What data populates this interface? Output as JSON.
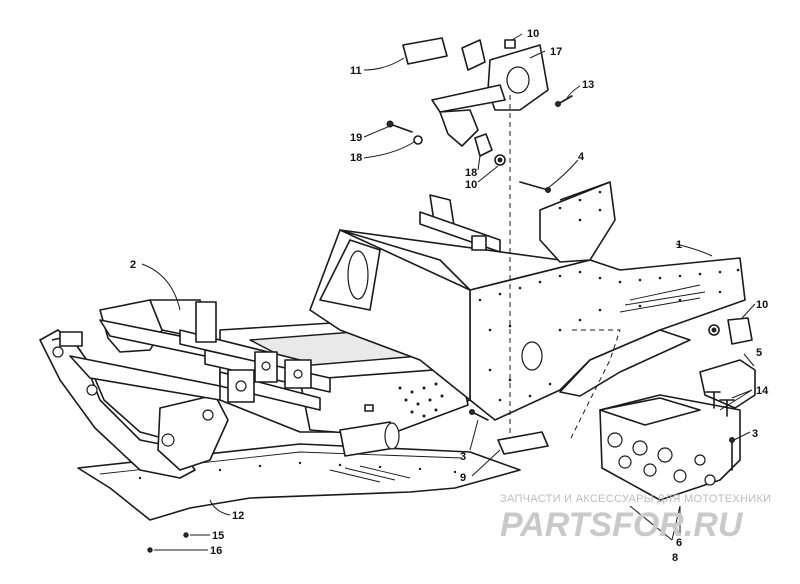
{
  "callouts": [
    {
      "id": "c10a",
      "label": "10"
    },
    {
      "id": "c17",
      "label": "17"
    },
    {
      "id": "c11",
      "label": "11"
    },
    {
      "id": "c13",
      "label": "13"
    },
    {
      "id": "c19",
      "label": "19"
    },
    {
      "id": "c18a",
      "label": "18"
    },
    {
      "id": "c18b",
      "label": "18"
    },
    {
      "id": "c10b",
      "label": "10"
    },
    {
      "id": "c4",
      "label": "4"
    },
    {
      "id": "c1",
      "label": "1"
    },
    {
      "id": "c2",
      "label": "2"
    },
    {
      "id": "c10c",
      "label": "10"
    },
    {
      "id": "c5",
      "label": "5"
    },
    {
      "id": "c14",
      "label": "14"
    },
    {
      "id": "c3a",
      "label": "3"
    },
    {
      "id": "c3b",
      "label": "3"
    },
    {
      "id": "c9",
      "label": "9"
    },
    {
      "id": "c12",
      "label": "12"
    },
    {
      "id": "c15",
      "label": "15"
    },
    {
      "id": "c16",
      "label": "16"
    },
    {
      "id": "c6",
      "label": "6"
    },
    {
      "id": "c8",
      "label": "8"
    }
  ],
  "watermark": {
    "tagline": "ЗАПЧАСТИ И АКСЕССУАРЫ ДЛЯ МОТОТЕХНИКИ",
    "logo_text": "PARTSFOR.RU"
  }
}
